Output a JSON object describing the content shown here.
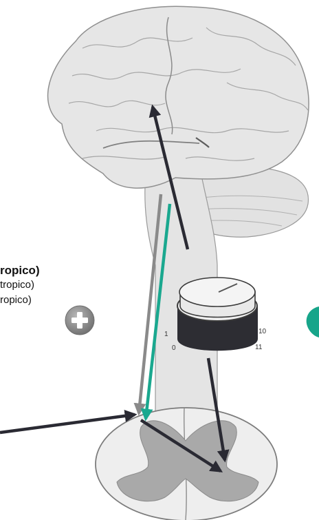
{
  "labels": {
    "line1": "ropico)",
    "line2": "tropico)",
    "line3": "ropico)"
  },
  "dial": {
    "tick_left_top": "1",
    "tick_left_bottom": "0",
    "tick_right_top": "10",
    "tick_right_bottom": "11"
  },
  "icons": {
    "plus": "plus-circle-icon",
    "right_partial": "partial-circle-icon"
  },
  "colors": {
    "teal_arrow": "#1aa88f",
    "gray_arrow": "#8a8a8a",
    "dark_arrow": "#2a2a33",
    "plus_badge": "#8e8e8e",
    "right_badge": "#17a58a"
  }
}
